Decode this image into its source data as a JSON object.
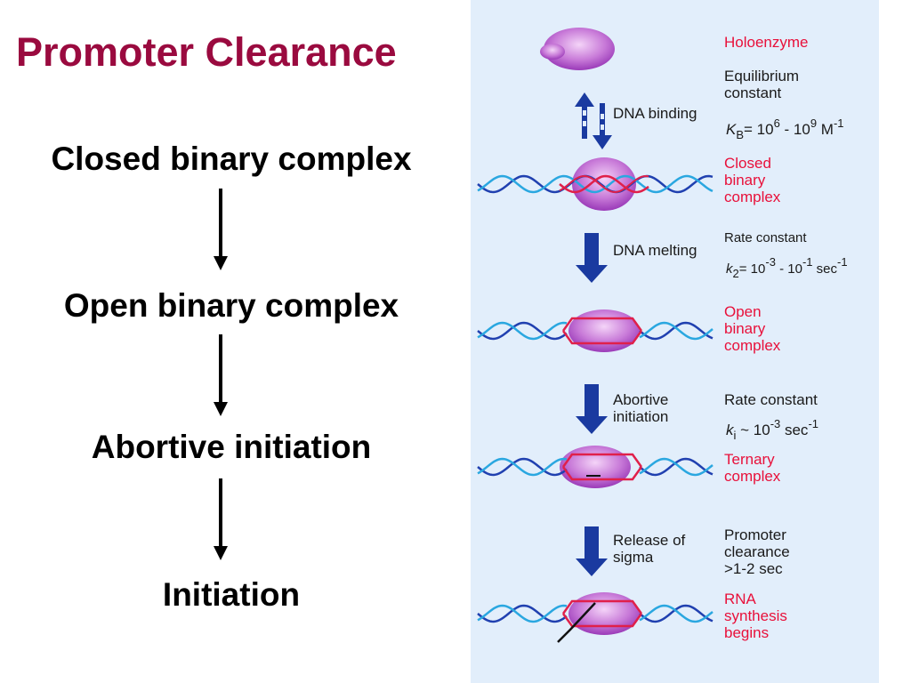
{
  "title": "Promoter Clearance",
  "steps": [
    "Closed binary complex",
    "Open binary complex",
    "Abortive initiation",
    "Initiation"
  ],
  "panel": {
    "holoenzyme": "Holoenzyme",
    "equilibrium": [
      "Equilibrium",
      "constant"
    ],
    "dna_binding": "DNA binding",
    "kb_formula": {
      "symbol": "K",
      "sub": "B",
      "eq": "= 10",
      "e1": "6",
      "mid": " - 10",
      "e2": "9",
      "unit": " M",
      "unit_exp": "-1"
    },
    "closed": [
      "Closed",
      "binary",
      "complex"
    ],
    "dna_melting": "DNA melting",
    "rate_constant_small": "Rate constant",
    "k2_formula": {
      "symbol": "k",
      "sub": "2",
      "eq": "= 10",
      "e1": "-3",
      "mid": " - 10",
      "e2": "-1",
      "unit": " sec",
      "unit_exp": "-1"
    },
    "open": [
      "Open",
      "binary",
      "complex"
    ],
    "abortive": [
      "Abortive",
      "initiation"
    ],
    "rate_constant": "Rate constant",
    "ki_formula": {
      "symbol": "k",
      "sub": "i",
      "eq": " ~ 10",
      "e1": "-3",
      "unit": "  sec",
      "unit_exp": "-1"
    },
    "ternary": [
      "Ternary",
      "complex"
    ],
    "release": [
      "Release of",
      "sigma"
    ],
    "promoter_clearance": [
      "Promoter",
      "clearance",
      ">1-2 sec"
    ],
    "rna": [
      "RNA",
      "synthesis",
      "begins"
    ]
  },
  "colors": {
    "title": "#9a0a3f",
    "panel_bg": "#e2eefb",
    "red_label": "#e8103a",
    "arrow_blue": "#1a3aa0",
    "dna_blue": "#2040b0",
    "dna_cyan": "#2aa7e0",
    "dna_red": "#e0204a",
    "enzyme": "#c060d8"
  }
}
